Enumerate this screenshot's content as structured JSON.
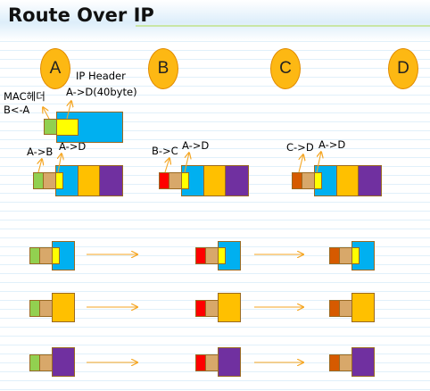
{
  "title": "Route Over IP",
  "nodes": [
    "A",
    "B",
    "C",
    "D"
  ],
  "labels": {
    "ip_header": "IP Header",
    "ad_40byte": "A->D(40byte)",
    "mac_header_line1": "MAC헤더",
    "mac_header_line2": "B<-A",
    "a_to_b": "A->B",
    "a_to_d_a": "A->D",
    "b_to_c": "B->C",
    "a_to_d_b": "A->D",
    "c_to_d": "C->D",
    "a_to_d_c": "A->D"
  },
  "colors": {
    "node_fill": "#fdb813",
    "arrow": "#f5a623",
    "mac_a": "#92d050",
    "mac_b": "#ff0000",
    "mac_c": "#d65a00",
    "ip_header": "#ffff00",
    "data_blue": "#00b0f0",
    "data_orange": "#ffc000",
    "data_purple": "#7030a0",
    "tan": "#d8a86a"
  }
}
